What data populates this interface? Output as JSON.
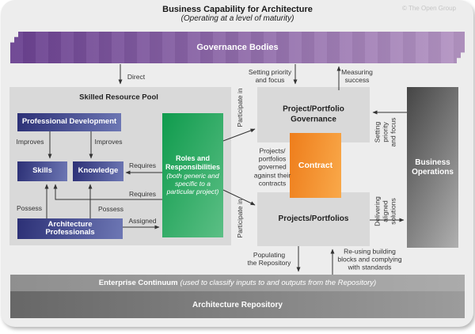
{
  "header": {
    "title": "Business Capability for Architecture",
    "subtitle": "(Operating at a level of maturity)",
    "copyright": "© The Open Group"
  },
  "governance_bar": {
    "label": "Governance Bodies"
  },
  "pool": {
    "title": "Skilled Resource Pool",
    "professional_development": "Professional Development",
    "skills": "Skills",
    "knowledge": "Knowledge",
    "architecture_professionals": "Architecture\nProfessionals"
  },
  "roles_box": {
    "title": "Roles and\nResponsibilities",
    "subtitle": "(both generic and\nspecific to a\nparticular project)"
  },
  "governance_box": {
    "label": "Project/Portfolio\nGovernance"
  },
  "contract_box": {
    "label": "Contract"
  },
  "projects_box": {
    "label": "Projects/Portfolios"
  },
  "business_operations_box": {
    "label": "Business\nOperations"
  },
  "enterprise_continuum_bar": {
    "label_bold": "Enterprise Continuum",
    "label_italic": "(used to classify inputs to and outputs from the Repository)"
  },
  "architecture_repository_bar": {
    "label": "Architecture Repository"
  },
  "edge_labels": {
    "direct": "Direct",
    "improves_left": "Improves",
    "improves_right": "Improves",
    "possess_left": "Possess",
    "possess_right": "Possess",
    "requires_top": "Requires",
    "requires_bottom": "Requires",
    "assigned": "Assigned",
    "setting_priority_top": "Setting priority\nand focus",
    "measuring_success": "Measuring\nsuccess",
    "participate_in_top": "Participate in",
    "participate_in_bottom": "Participate in",
    "governed_against_contracts": "Projects/\nportfolios\ngoverned\nagainst their\ncontracts",
    "setting_priority_right": "Setting\npriority\nand focus",
    "delivering_solutions": "Delivering\naligned\nsolutions",
    "populating_repository": "Populating\nthe Repository",
    "reusing_blocks": "Re-using building\nblocks and complying\nwith standards"
  },
  "colors": {
    "purple_dark": "#6a4190",
    "purple_light": "#b495c3",
    "navy_dark": "#2c3076",
    "navy_light": "#6d77b4",
    "green_dark": "#0f9b4d",
    "green_light": "#5cbf85",
    "orange_dark": "#ee7d1b",
    "orange_light": "#f9a94a",
    "gray_box": "#d9d9d9",
    "panel": "#ededed"
  }
}
